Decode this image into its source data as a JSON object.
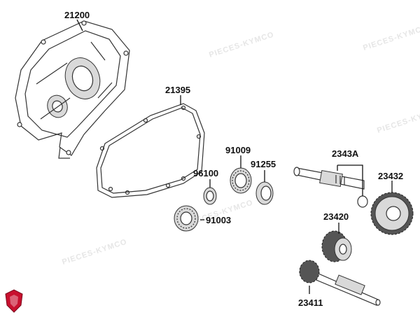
{
  "parts": {
    "p21200": "21200",
    "p21395": "21395",
    "p91009": "91009",
    "p96100": "96100",
    "p91255": "91255",
    "p91003": "91003",
    "p2343A": "2343A",
    "p23432": "23432",
    "p23420": "23420",
    "p23411": "23411"
  },
  "watermark": "PIECES-KYMCO",
  "colors": {
    "ink": "#333333",
    "logo": "#c8102e"
  },
  "logo_icon": "brand-shield-icon"
}
